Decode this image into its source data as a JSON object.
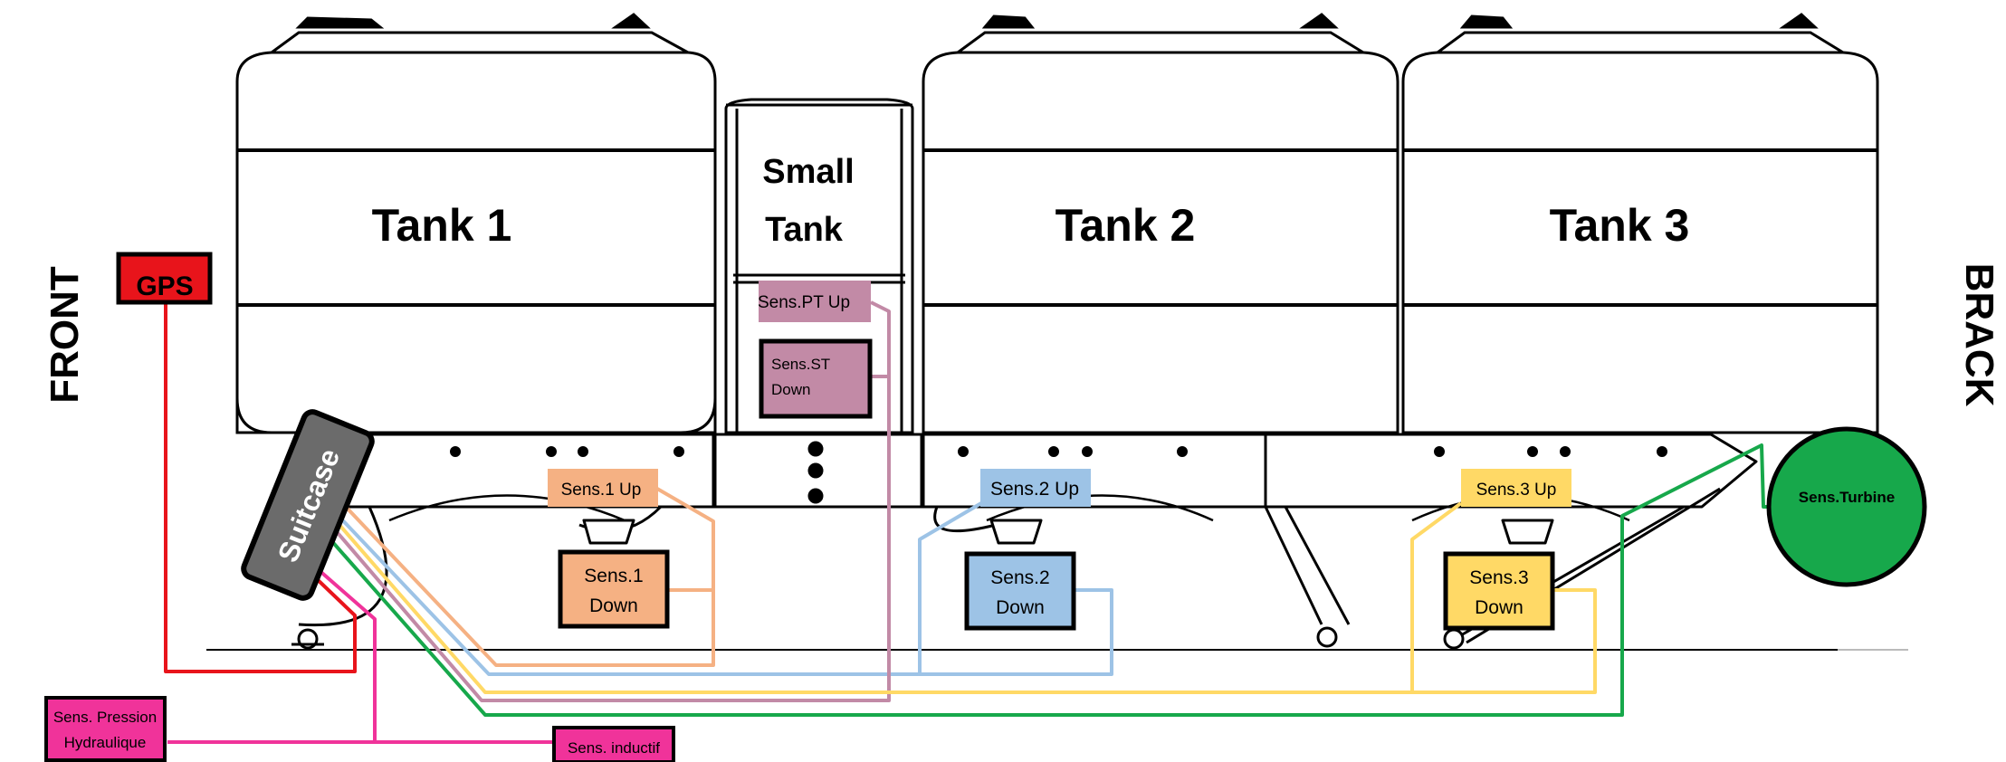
{
  "labels": {
    "front": "FRONT",
    "back": "BRACK",
    "gps": "GPS",
    "suitcase": "Suitcase",
    "tank1": "Tank 1",
    "small_tank_line1": "Small",
    "small_tank_line2": "Tank",
    "tank2": "Tank 2",
    "tank3": "Tank 3",
    "sens_pt_up": "Sens.PT Up",
    "sens_st_down_line1": "Sens.ST",
    "sens_st_down_line2": "Down",
    "sens1_up": "Sens.1 Up",
    "sens1_down_line1": "Sens.1",
    "sens1_down_line2": "Down",
    "sens2_up": "Sens.2 Up",
    "sens2_down_line1": "Sens.2",
    "sens2_down_line2": "Down",
    "sens3_up": "Sens.3 Up",
    "sens3_down_line1": "Sens.3",
    "sens3_down_line2": "Down",
    "sens_turbine": "Sens.Turbine",
    "sens_pression_line1": "Sens. Pression",
    "sens_pression_line2": "Hydraulique",
    "sens_inductif": "Sens. inductif"
  },
  "colors": {
    "gps": "#e8141b",
    "suitcase": "#6b6b6b",
    "tank1_sensors": "#f5b183",
    "small_tank_sensors": "#c28aa6",
    "tank2_sensors": "#9dc3e6",
    "tank3_sensors": "#ffd966",
    "turbine": "#17a84b",
    "hydraulic": "#f0339a"
  }
}
